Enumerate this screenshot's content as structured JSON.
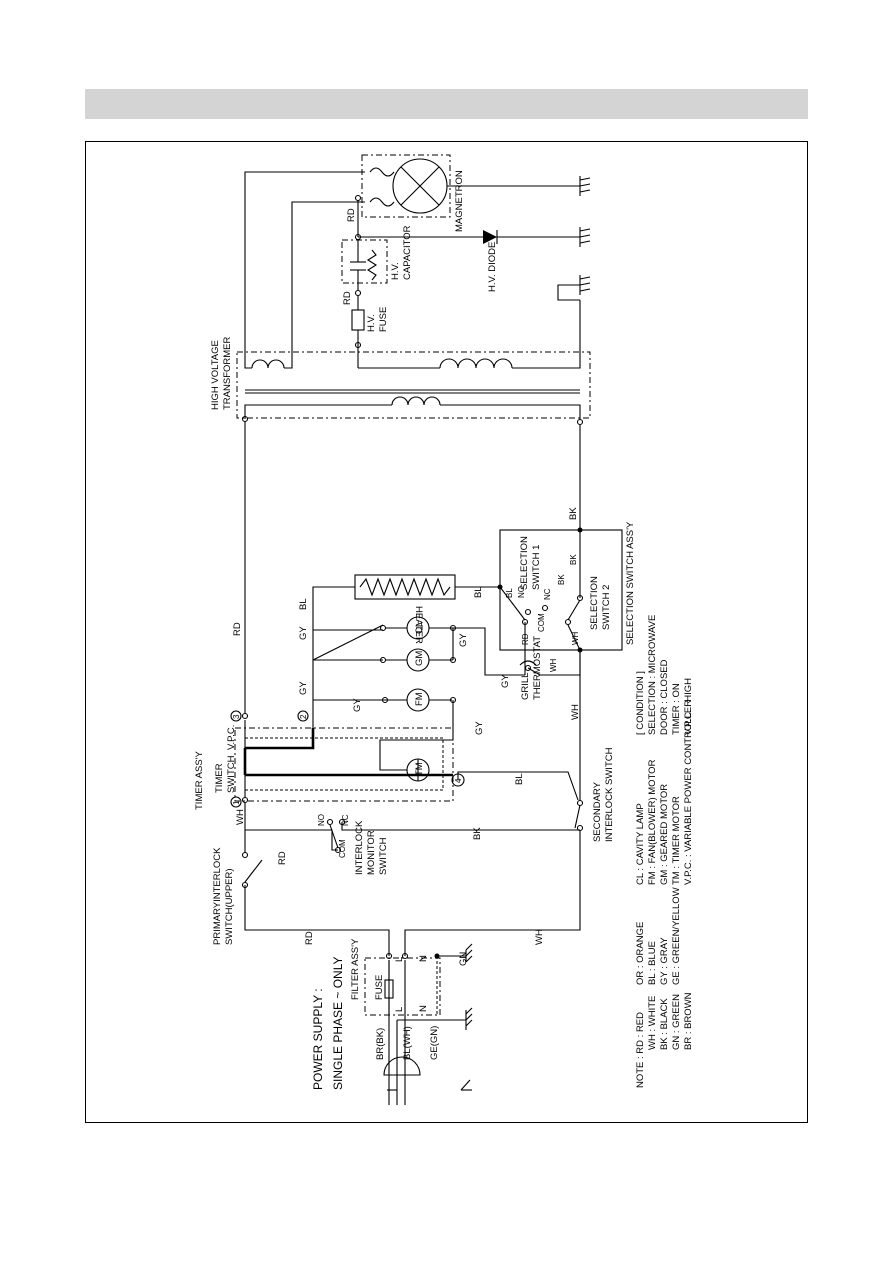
{
  "header": {
    "title": ""
  },
  "power": {
    "line1": "POWER SUPPLY :",
    "line2": "SINGLE PHASE ~ ONLY",
    "br": "BR(BK)",
    "bl": "BL(WH)",
    "ge": "GE(GN)"
  },
  "filter": {
    "label": "FILTER ASS'Y",
    "fuse": "FUSE",
    "l": "L",
    "n": "N",
    "gn": "GN"
  },
  "switches": {
    "primary": [
      "PRIMARYINTERLOCK",
      "SWITCH(UPPER)"
    ],
    "monitor": [
      "INTERLOCK",
      "MONITOR",
      "SWITCH"
    ],
    "secondary": [
      "SECONDARY",
      "INTERLOCK SWITCH"
    ],
    "com": "COM",
    "no": "NO",
    "nc": "NC"
  },
  "timer": {
    "assy": "TIMER ASS'Y",
    "switch": [
      "TIMER",
      "SWITCH"
    ],
    "vpc": "V.P.C.",
    "n1": "1",
    "n2": "2",
    "n3": "3",
    "n4": "4"
  },
  "components": {
    "tm": "TM",
    "fm": "FM",
    "gm": "GM",
    "cl": "CL",
    "heater": "HEATER",
    "grill": [
      "GRILL",
      "THERMOSTAT"
    ],
    "transformer": [
      "HIGH VOLTAGE",
      "TRANSFORMER"
    ],
    "hv_fuse": [
      "H.V.",
      "FUSE"
    ],
    "hv_cap": [
      "H.V.",
      "CAPACITOR"
    ],
    "hv_diode": "H.V. DIODE",
    "magnetron": "MAGNETRON"
  },
  "selection": {
    "assy": "SELECTION SWITCH ASS'Y",
    "sw1": [
      "SELECTION",
      "SWITCH 1"
    ],
    "sw2": [
      "SELECTION",
      "SWITCH 2"
    ]
  },
  "wire_labels": {
    "rd": "RD",
    "wh": "WH",
    "bk": "BK",
    "gy": "GY",
    "bl": "BL"
  },
  "notes": {
    "note_lines": [
      "NOTE : RD : RED",
      "WH : WHITE",
      "BK : BLACK",
      "GN : GREEN",
      "BR : BROWN"
    ],
    "colors2": [
      "OR : ORANGE",
      "BL : BLUE",
      "GY : GRAY",
      "GE : GREEN/YELLOW"
    ],
    "components": [
      "CL : CAVITY LAMP",
      "FM : FAN(BLOWER) MOTOR",
      "GM : GEARED MOTOR",
      "TM : TIMER MOTOR",
      "V.P.C. : VARIABLE POWER CONTROLLER"
    ],
    "condition": [
      "[ CONDITION ]",
      "SELECTION : MICROWAVE",
      "DOOR : CLOSED",
      "TIMER : ON",
      "V.P.C. : HIGH"
    ]
  }
}
